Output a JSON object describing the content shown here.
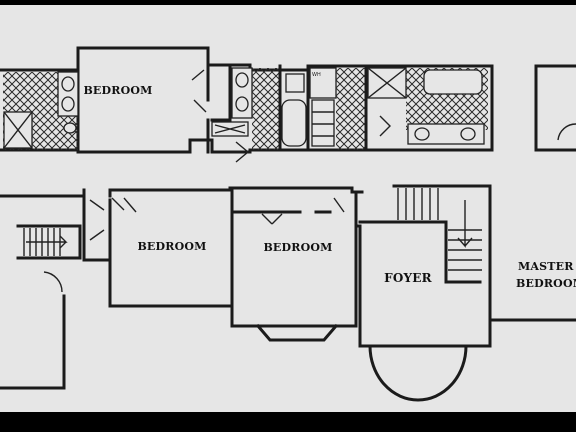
{
  "rooms": {
    "bedroom_top": "BEDROOM",
    "bedroom_left": "BEDROOM",
    "bedroom_middle": "BEDROOM",
    "foyer": "FOYER",
    "master_line1": "MASTER",
    "master_line2": "BEDROOM"
  },
  "colors": {
    "paper": "#e6e6e6",
    "ink": "#1b1b1b",
    "frame": "#000000"
  },
  "icons": [
    "tile-hatch-icon",
    "sink-icon",
    "bathtub-icon",
    "toilet-icon",
    "door-swing-icon",
    "stair-arrow-icon"
  ]
}
